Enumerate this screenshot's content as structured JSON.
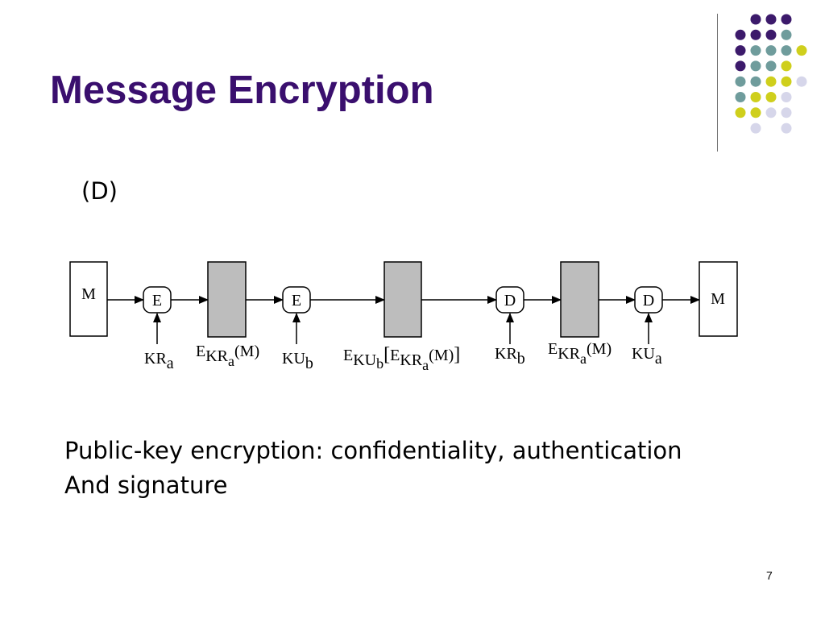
{
  "slide": {
    "title": "Message Encryption",
    "subtitle": "(D)",
    "body_lines": [
      "Public-key encryption: confidentiality, authentication",
      "And signature"
    ],
    "page_number": "7"
  },
  "colors": {
    "title": "#3a0f6e",
    "dot_purple": "#3c1a6b",
    "dot_teal": "#6f9c9c",
    "dot_yellow": "#cfcf1c",
    "dot_lavender": "#d6d6ea",
    "box_fill": "#bdbdbd"
  },
  "diagram": {
    "message_in": "M",
    "message_out": "M",
    "op_encrypt": "E",
    "op_decrypt": "D",
    "key_labels": [
      {
        "main": "KR",
        "sub": "a"
      },
      {
        "main": "KU",
        "sub": "b"
      },
      {
        "main": "KR",
        "sub": "b"
      },
      {
        "main": "KU",
        "sub": "a"
      }
    ],
    "signed_label": {
      "e": "E",
      "key": "KR",
      "sub": "a",
      "arg": "(M)"
    },
    "encrypted_label": {
      "e": "E",
      "outer_key": "KU",
      "outer_sub": "b",
      "open": "[",
      "inner_e": "E",
      "inner_key": "KR",
      "inner_sub": "a",
      "arg": "(M)",
      "close": "]"
    }
  }
}
